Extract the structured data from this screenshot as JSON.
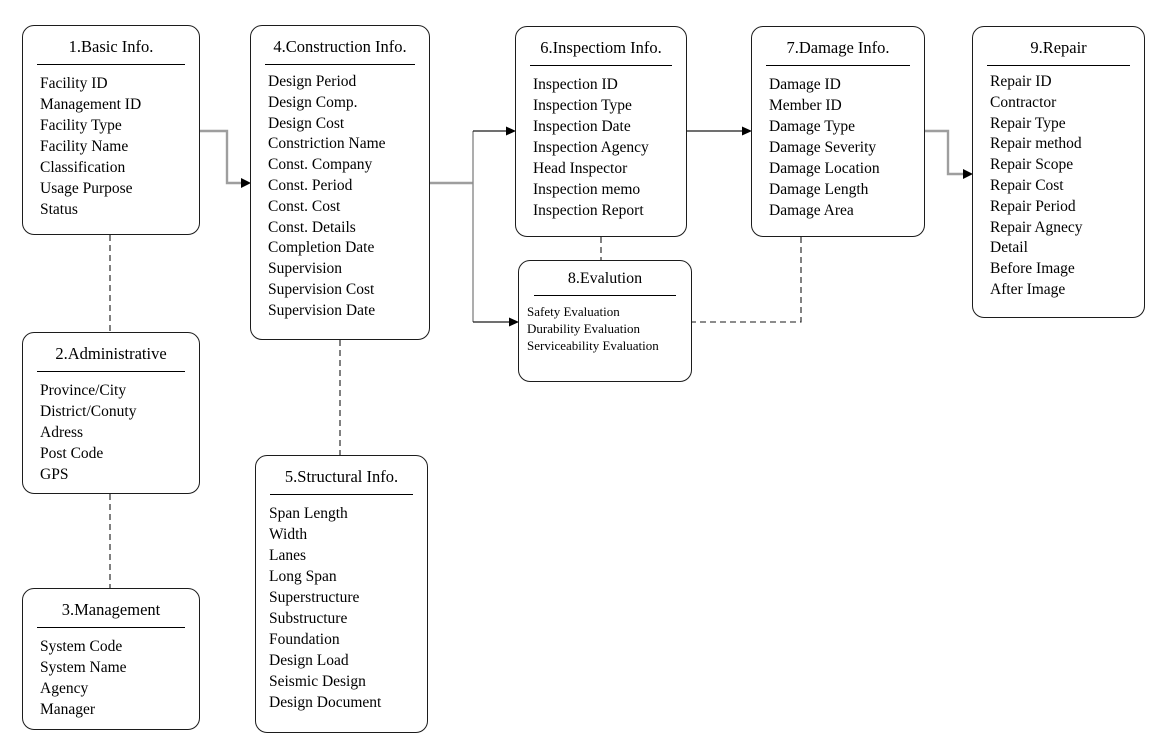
{
  "diagram": {
    "boxes": [
      {
        "key": "basic",
        "title": "1.Basic Info.",
        "fields": [
          "Facility ID",
          "Management ID",
          "Facility Type",
          "Facility Name",
          "Classification",
          "Usage Purpose",
          "Status"
        ]
      },
      {
        "key": "administrative",
        "title": "2.Administrative",
        "fields": [
          "Province/City",
          "District/Conuty",
          "Adress",
          "Post Code",
          "GPS"
        ]
      },
      {
        "key": "management",
        "title": "3.Management",
        "fields": [
          "System Code",
          "System Name",
          "Agency",
          "Manager"
        ]
      },
      {
        "key": "construction",
        "title": "4.Construction Info.",
        "fields": [
          "Design Period",
          "Design Comp.",
          "Design Cost",
          "Constriction Name",
          "Const. Company",
          "Const. Period",
          "Const. Cost",
          "Const. Details",
          "Completion Date",
          "Supervision",
          "Supervision Cost",
          "Supervision Date"
        ]
      },
      {
        "key": "structural",
        "title": "5.Structural Info.",
        "fields": [
          "Span Length",
          "Width",
          "Lanes",
          "Long Span",
          "Superstructure",
          "Substructure",
          "Foundation",
          "Design Load",
          "Seismic Design",
          "Design Document"
        ]
      },
      {
        "key": "inspection",
        "title": "6.Inspectiom Info.",
        "fields": [
          "Inspection ID",
          "Inspection Type",
          "Inspection Date",
          "Inspection Agency",
          "Head Inspector",
          "Inspection memo",
          "Inspection Report"
        ]
      },
      {
        "key": "damage",
        "title": "7.Damage Info.",
        "fields": [
          "Damage ID",
          "Member ID",
          "Damage Type",
          "Damage Severity",
          "Damage Location",
          "Damage Length",
          "Damage Area"
        ]
      },
      {
        "key": "evaluation",
        "title": "8.Evalution",
        "fields": [
          "Safety Evaluation",
          "Durability Evaluation",
          "Serviceability Evaluation"
        ]
      },
      {
        "key": "repair",
        "title": "9.Repair",
        "fields": [
          "Repair ID",
          "Contractor",
          "Repair Type",
          "Repair method",
          "Repair Scope",
          "Repair Cost",
          "Repair Period",
          "Repair Agnecy",
          "Detail",
          "Before Image",
          "After Image"
        ]
      }
    ],
    "connections": [
      {
        "from": "1.Basic Info.",
        "to": "4.Construction Info.",
        "style": "solid-arrow"
      },
      {
        "from": "4.Construction Info.",
        "to": "6.Inspectiom Info.",
        "style": "solid-arrow"
      },
      {
        "from": "4.Construction Info.",
        "to": "8.Evalution",
        "style": "solid-arrow"
      },
      {
        "from": "6.Inspectiom Info.",
        "to": "7.Damage Info.",
        "style": "solid-arrow"
      },
      {
        "from": "7.Damage Info.",
        "to": "9.Repair",
        "style": "solid-arrow"
      },
      {
        "from": "1.Basic Info.",
        "to": "2.Administrative",
        "style": "dashed"
      },
      {
        "from": "2.Administrative",
        "to": "3.Management",
        "style": "dashed"
      },
      {
        "from": "4.Construction Info.",
        "to": "5.Structural Info.",
        "style": "dashed"
      },
      {
        "from": "6.Inspectiom Info.",
        "to": "8.Evalution",
        "style": "dashed"
      },
      {
        "from": "7.Damage Info.",
        "to": "8.Evalution",
        "style": "dashed"
      }
    ],
    "colors": {
      "box_border": "#1c1c1c",
      "text": "#000000",
      "connector_gray": "#9e9e9e",
      "connector_black": "#1a1a1a",
      "arrowhead": "#000000"
    }
  }
}
